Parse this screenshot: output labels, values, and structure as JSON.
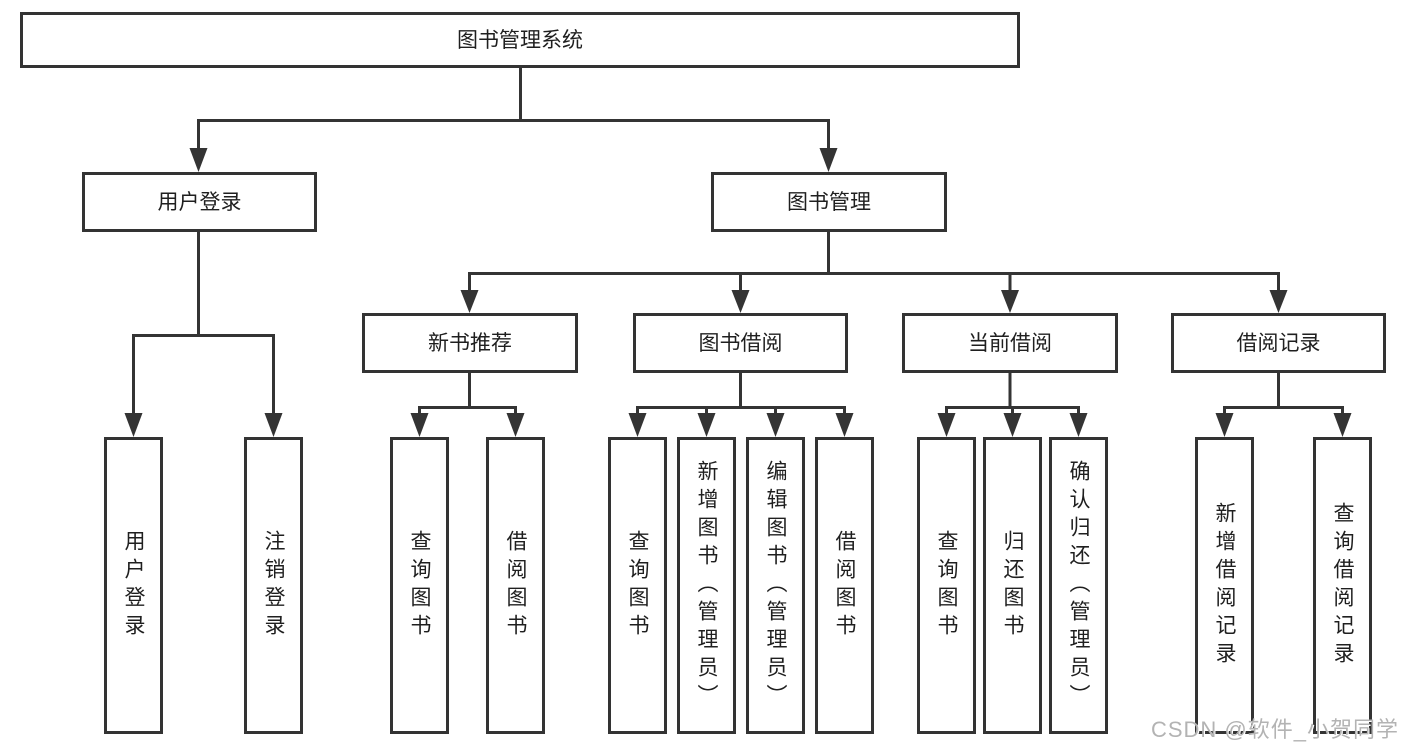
{
  "tree": {
    "label": "图书管理系统",
    "children": [
      {
        "label": "用户登录",
        "children": [
          {
            "label": "用户登录"
          },
          {
            "label": "注销登录"
          }
        ]
      },
      {
        "label": "图书管理",
        "children": [
          {
            "label": "新书推荐",
            "children": [
              {
                "label": "查询图书"
              },
              {
                "label": "借阅图书"
              }
            ]
          },
          {
            "label": "图书借阅",
            "children": [
              {
                "label": "查询图书"
              },
              {
                "label": "新增图书（管理员）"
              },
              {
                "label": "编辑图书（管理员）"
              },
              {
                "label": "借阅图书"
              }
            ]
          },
          {
            "label": "当前借阅",
            "children": [
              {
                "label": "查询图书"
              },
              {
                "label": "归还图书"
              },
              {
                "label": "确认归还（管理员）"
              }
            ]
          },
          {
            "label": "借阅记录",
            "children": [
              {
                "label": "新增借阅记录"
              },
              {
                "label": "查询借阅记录"
              }
            ]
          }
        ]
      }
    ]
  },
  "watermark": "CSDN @软件_小贺同学",
  "colors": {
    "line": "#343434",
    "box_border": "#333333",
    "text": "#1f1f1f",
    "watermark": "#b3b3b3",
    "background": "#ffffff"
  }
}
